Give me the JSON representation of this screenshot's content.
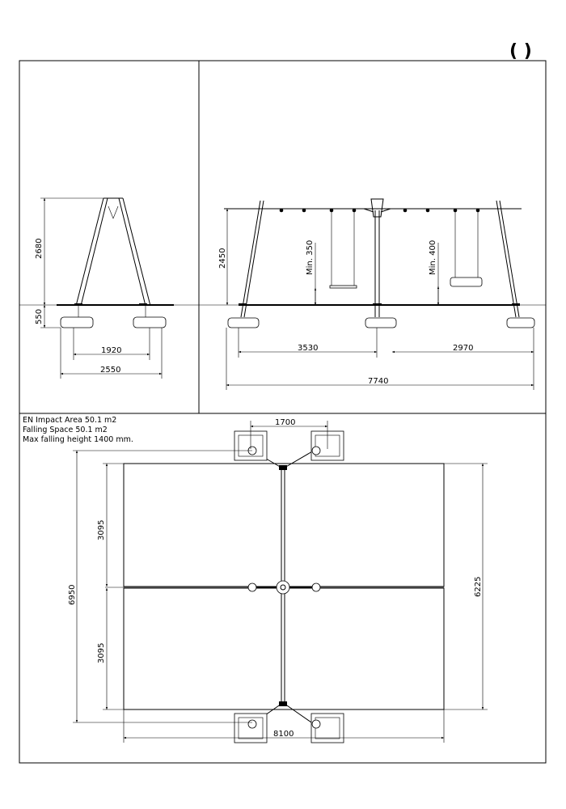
{
  "logo": {
    "text": "( )"
  },
  "side_view": {
    "height": "2680",
    "foundation_depth": "550",
    "inner_width": "1920",
    "outer_width": "2550"
  },
  "front_view": {
    "height": "2450",
    "min_clearance_flat": "Min. 350",
    "min_clearance_tire": "Min. 400",
    "left_bay": "3530",
    "right_bay": "2970",
    "overall_length": "7740"
  },
  "plan_view": {
    "notes": [
      "EN Impact Area 50.1 m2",
      "Falling Space 50.1 m2",
      "Max falling height 1400 mm."
    ],
    "foot_spacing": "1700",
    "overall_depth": "6950",
    "half_depth_top": "3095",
    "half_depth_bottom": "3095",
    "area_depth": "6225",
    "area_width": "8100"
  }
}
